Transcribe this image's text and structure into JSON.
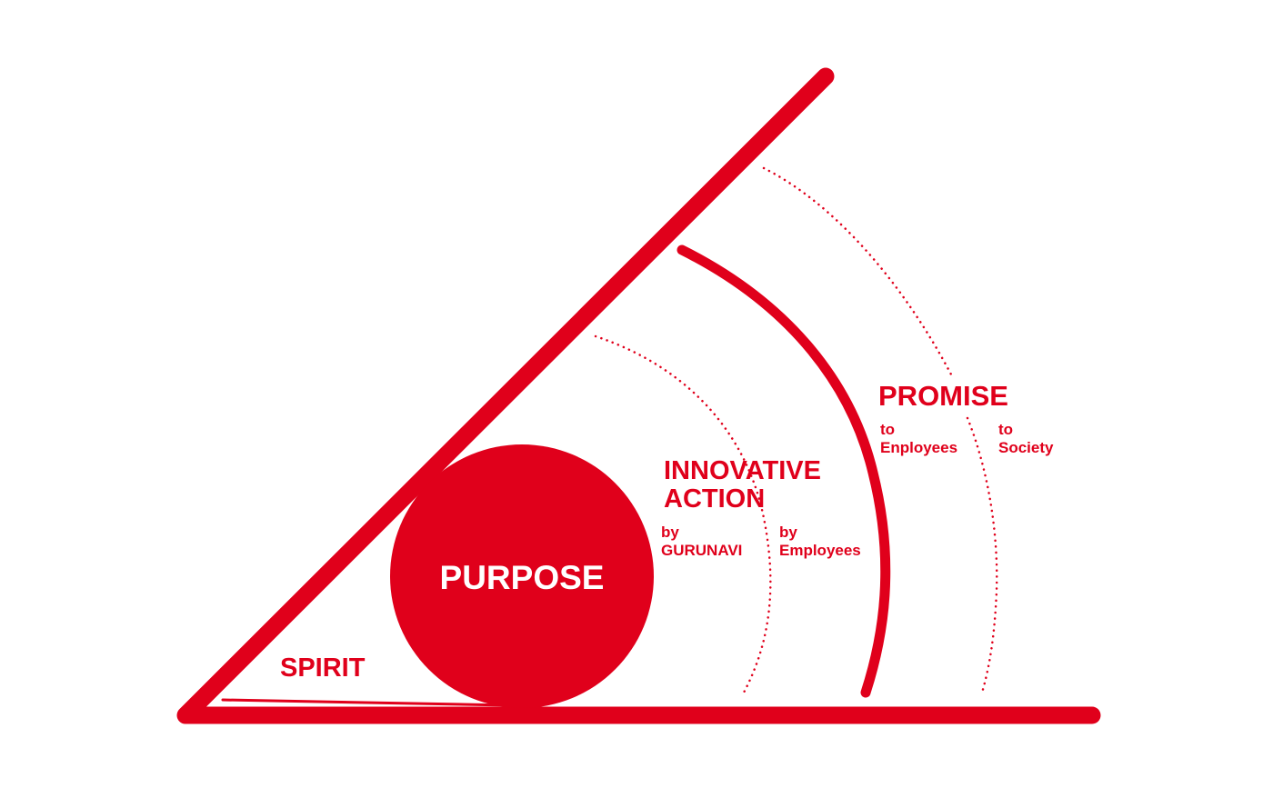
{
  "colors": {
    "accent": "#E0001B",
    "background": "#FFFFFF",
    "purpose_text": "#FFFFFF"
  },
  "diagram": {
    "purpose": "PURPOSE",
    "spirit": "SPIRIT",
    "innovative_action": {
      "line1": "INNOVATIVE",
      "line2": "ACTION",
      "sub_left": {
        "line1": "by",
        "line2": "GURUNAVI"
      },
      "sub_right": {
        "line1": "by",
        "line2": "Employees"
      }
    },
    "promise": {
      "title": "PROMISE",
      "sub_left": {
        "line1": "to",
        "line2": "Enployees"
      },
      "sub_right": {
        "line1": "to",
        "line2": "Society"
      }
    }
  }
}
